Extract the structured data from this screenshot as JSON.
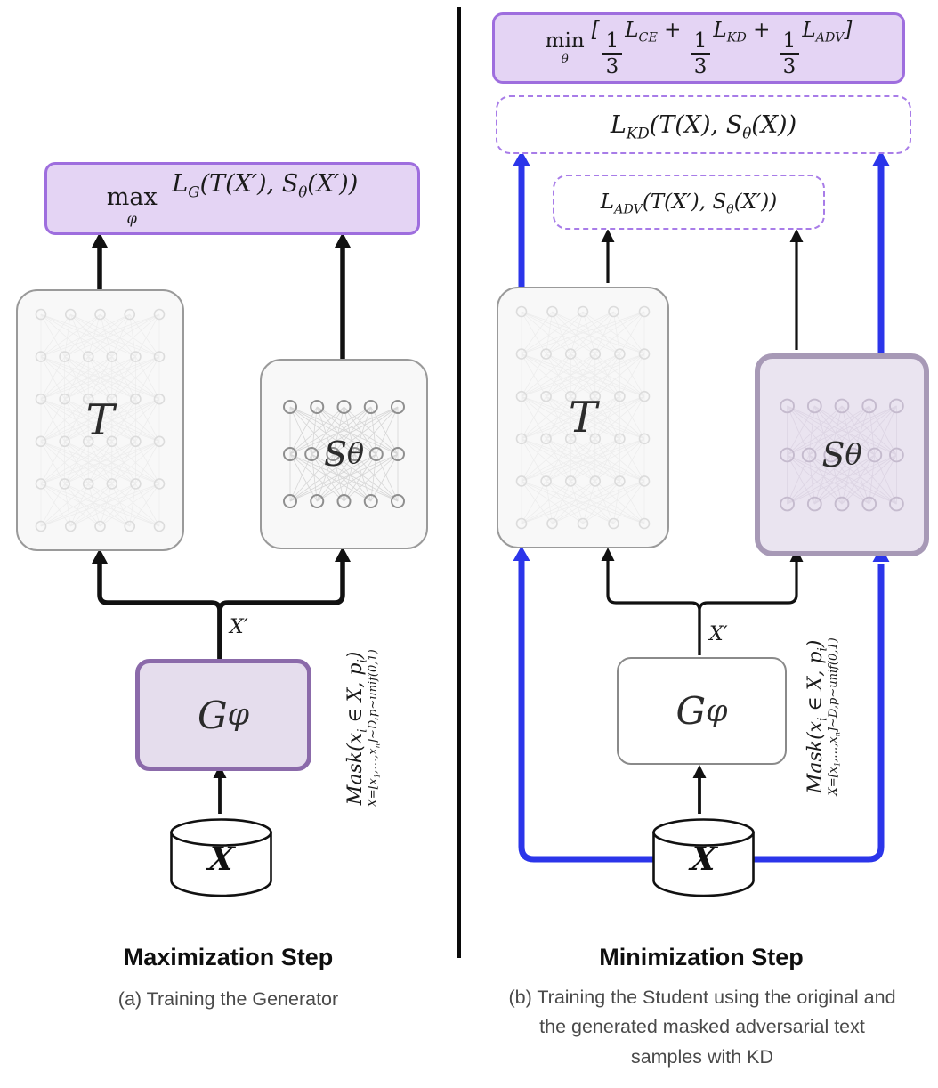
{
  "colors": {
    "purple_fill": "#e4d4f4",
    "purple_border": "#9e6ede",
    "dashed_border": "#a87ce8",
    "gen_fill": "#e5dded",
    "gen_border": "#8b6aaa",
    "student_fill": "#eae4f0",
    "student_border": "#a799b6",
    "highlight_blue": "#2b35ea"
  },
  "panels": {
    "left": {
      "loss_formula": "\\un{max}{φ} L_{G}(T(X′), S_{θ}(X′))",
      "teacher_label": "T",
      "student_label": "S_{θ}",
      "generator_label": "G_{φ}",
      "xprime_label": "X′",
      "dataset_label": "X",
      "mask_line1": "Mask(x_{i} ∈ X, p_{i})",
      "mask_line2": "X=[x_{1},…,x_{n}]∼D,p∼unif(0,1)",
      "caption_title": "Maximization Step",
      "caption_sub": "(a) Training the Generator"
    },
    "right": {
      "objective_formula": "\\un{min}{θ}[\\frac{1}{3}L_{CE} + \\frac{1}{3}L_{KD} + \\frac{1}{3}L_{ADV}]",
      "kd_loss_formula": "L_{KD}(T(X), S_{θ}(X))",
      "adv_loss_formula": "L_{ADV}(T(X′), S_{θ}(X′))",
      "teacher_label": "T",
      "student_label": "S_{θ}",
      "generator_label": "G_{φ}",
      "xprime_label": "X′",
      "dataset_label": "X",
      "mask_line1": "Mask(x_{i} ∈ X, p_{i})",
      "mask_line2": "X=[x_{1},…,x_{n}]∼D,p∼unif(0,1)",
      "caption_title": "Minimization Step",
      "caption_sub": "(b) Training the Student using the original and the generated masked adversarial text samples with KD"
    }
  }
}
